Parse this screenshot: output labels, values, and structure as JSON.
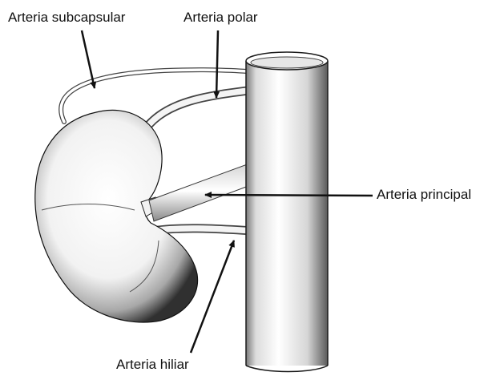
{
  "labels": {
    "subcapsular": "Arteria subcapsular",
    "polar": "Arteria polar",
    "principal": "Arteria principal",
    "hiliar": "Arteria hiliar"
  }
}
